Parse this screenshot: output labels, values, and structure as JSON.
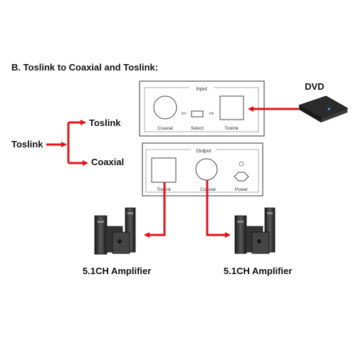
{
  "heading": "B. Toslink to Coaxial and Toslink:",
  "flow": {
    "source_label": "Toslink",
    "branch_top_label": "Toslink",
    "branch_bottom_label": "Coaxial"
  },
  "input_panel": {
    "title": "Input",
    "coaxial_label": "Coaxial",
    "select_label": "Select",
    "toslink_label": "Toslink"
  },
  "output_panel": {
    "title": "Output",
    "toslink_label": "Toslink",
    "coaxial_label": "Coaxial",
    "power_label": "Power"
  },
  "dvd_label": "DVD",
  "amplifier_left_label": "5.1CH Amplifier",
  "amplifier_right_label": "5.1CH Amplifier",
  "colors": {
    "arrow": "#e0141b",
    "panel_border": "#555555",
    "device_dark": "#2b2b2b",
    "text": "#111111"
  }
}
